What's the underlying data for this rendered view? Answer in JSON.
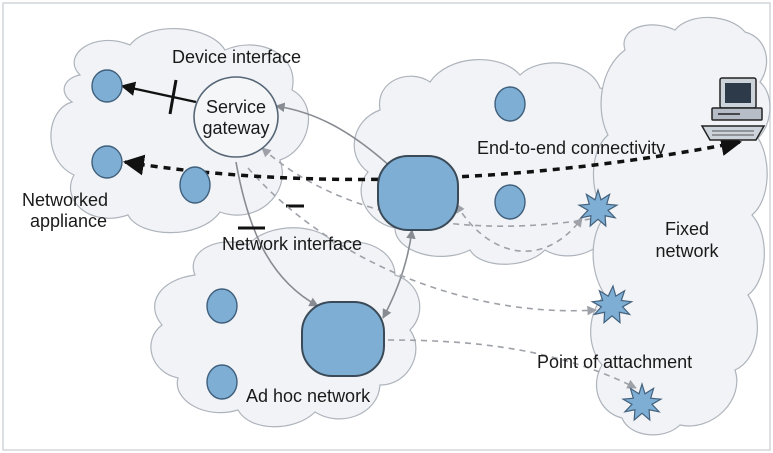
{
  "labels": {
    "device_interface": "Device interface",
    "service_gateway_line1": "Service",
    "service_gateway_line2": "gateway",
    "end_to_end": "End-to-end connectivity",
    "networked_appliance_line1": "Networked",
    "networked_appliance_line2": "appliance",
    "network_interface": "Network interface",
    "fixed_network_line1": "Fixed",
    "fixed_network_line2": "network",
    "point_of_attachment": "Point of attachment",
    "ad_hoc_network": "Ad hoc network"
  },
  "icons": [
    "computer-icon",
    "access-point-star-icon"
  ],
  "colors": {
    "node_fill": "#7eaed3",
    "cloud_fill": "#f1f3f6",
    "cloud_outline": "#aeb4bc",
    "connection_dark": "#111111",
    "connection_light": "#9ea2a8"
  }
}
